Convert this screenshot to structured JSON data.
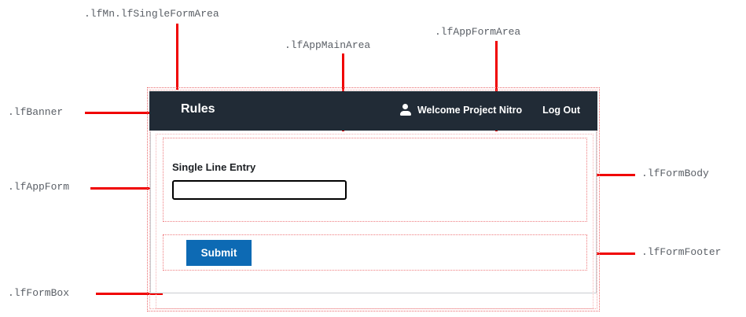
{
  "annotations": [
    {
      "id": "single-form-area",
      "label": ".lfMn.lfSingleFormArea"
    },
    {
      "id": "app-main-area",
      "label": ".lfAppMainArea"
    },
    {
      "id": "app-form-area",
      "label": ".lfAppFormArea"
    },
    {
      "id": "banner",
      "label": ".lfBanner"
    },
    {
      "id": "app-form",
      "label": ".lfAppForm"
    },
    {
      "id": "form-box",
      "label": ".lfFormBox"
    },
    {
      "id": "form-body",
      "label": ".lfFormBody"
    },
    {
      "id": "form-footer",
      "label": ".lfFormFooter"
    }
  ],
  "app": {
    "banner": {
      "title": "Rules",
      "user_icon": "person-icon",
      "welcome_text": "Welcome Project Nitro",
      "logout_label": "Log Out"
    },
    "form": {
      "body": {
        "field_label": "Single Line Entry",
        "field_value": "",
        "field_placeholder": ""
      },
      "footer": {
        "submit_label": "Submit"
      }
    }
  },
  "colors": {
    "banner_bg": "#212b36",
    "submit_bg": "#0d6ab4",
    "annotation_line": "#f00000",
    "annotation_text": "#5a5f66",
    "dotted_outline": "#ef7d80",
    "box_border": "#c9ccd0"
  }
}
